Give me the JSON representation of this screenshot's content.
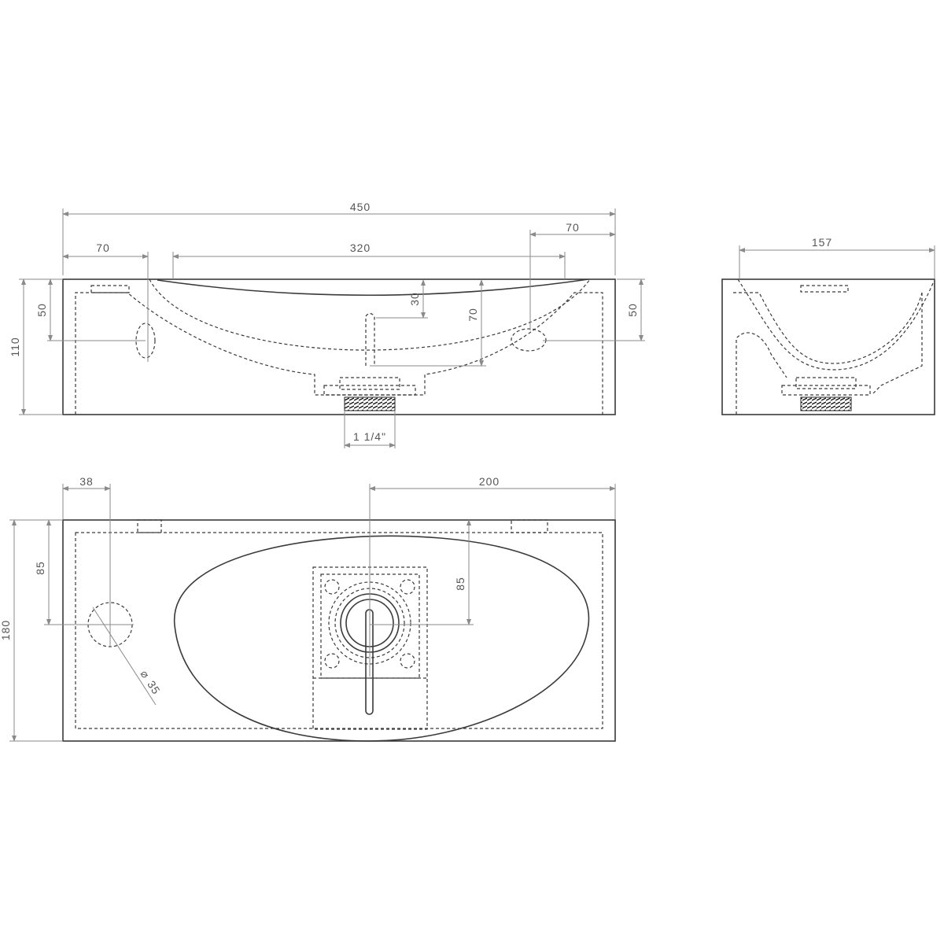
{
  "front_view": {
    "width_total": "450",
    "left_offset": "70",
    "basin_width": "320",
    "right_offset": "70",
    "height_total": "110",
    "left_hole_height": "50",
    "overflow_depth": "30",
    "basin_depth": "70",
    "right_hole_height": "50",
    "drain_thread": "1 1/4\""
  },
  "side_view": {
    "depth": "157"
  },
  "top_view": {
    "hole_offset": "38",
    "drain_offset": "200",
    "hole_depth": "85",
    "drain_depth": "85",
    "depth_total": "180",
    "hole_diameter": "35",
    "diameter_symbol": "⌀"
  }
}
